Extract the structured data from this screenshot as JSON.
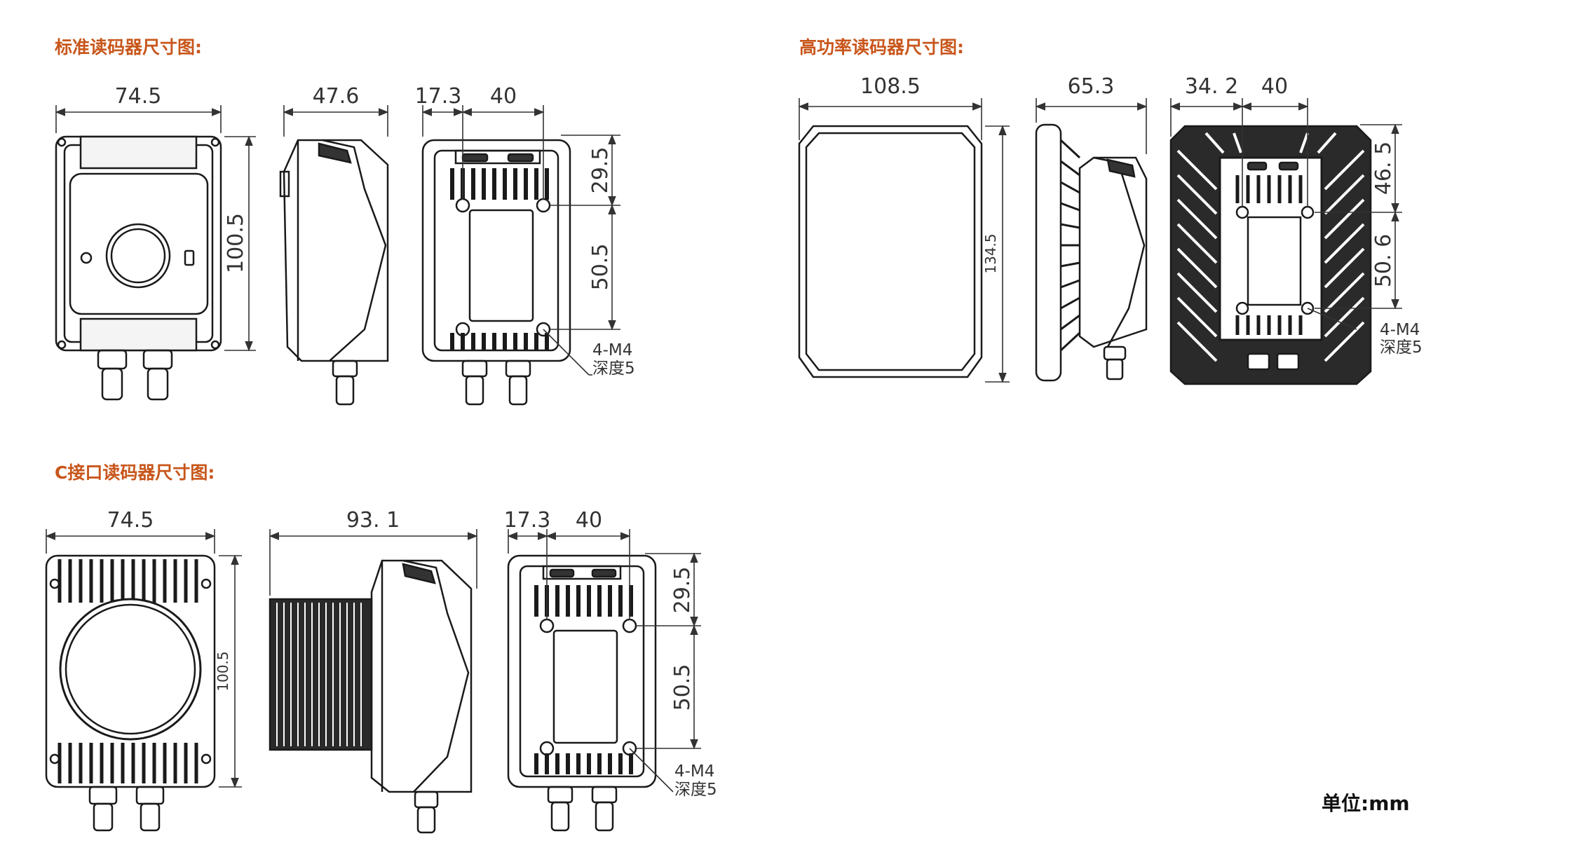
{
  "sections": [
    {
      "title": "标准读码器尺寸图:",
      "dims": {
        "front_width": "74.5",
        "front_height": "100.5",
        "side_depth": "47.6",
        "back_offset": "17.3",
        "back_spacing": "40",
        "back_upper": "29.5",
        "back_lower": "50.5",
        "screw_line1": "4-M4",
        "screw_line2": "深度5"
      }
    },
    {
      "title": "高功率读码器尺寸图:",
      "dims": {
        "front_width": "108.5",
        "front_height": "134.5",
        "side_depth": "65.3",
        "back_offset": "34. 2",
        "back_spacing": "40",
        "back_upper": "46. 5",
        "back_lower": "50. 6",
        "screw_line1": "4-M4",
        "screw_line2": "深度5"
      }
    },
    {
      "title": "C接口读码器尺寸图:",
      "dims": {
        "front_width": "74.5",
        "front_height": "100.5",
        "side_depth": "93. 1",
        "back_offset": "17.3",
        "back_spacing": "40",
        "back_upper": "29.5",
        "back_lower": "50.5",
        "screw_line1": "4-M4",
        "screw_line2": "深度5"
      }
    }
  ],
  "unit_label": "单位:mm",
  "colors": {
    "title": "#c8561b",
    "line": "#1a1a1a",
    "dim": "#333333"
  }
}
